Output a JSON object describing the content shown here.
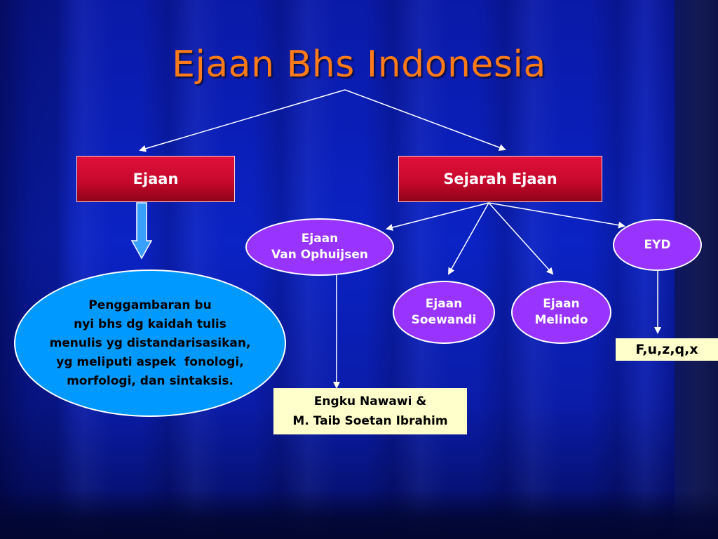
{
  "title": "Ejaan Bhs Indonesia",
  "nodes": {
    "ejaan": "Ejaan",
    "sejarah": "Sejarah Ejaan",
    "van_ophuijsen": [
      "Ejaan",
      "Van Ophuijsen"
    ],
    "soewandi": [
      "Ejaan",
      "Soewandi"
    ],
    "melindo": [
      "Ejaan",
      "Melindo"
    ],
    "eyd": "EYD",
    "fuzqx": "F,u,z,q,x",
    "nawawi": [
      "Engku Nawawi &",
      "M. Taib Soetan Ibrahim"
    ],
    "definition": [
      "Penggambaran bu",
      "nyi bhs dg kaidah tulis",
      "menulis yg distandarisasikan,",
      "yg meliputi aspek  fonologi,",
      "morfologi, dan sintaksis."
    ]
  },
  "colors": {
    "title": "#ff7a1a",
    "red_box": "#c8082c",
    "purple_oval": "#9933ff",
    "blue_oval": "#0099ff",
    "yellow_box": "#ffffcc",
    "down_arrow": "#3aa0ff"
  }
}
